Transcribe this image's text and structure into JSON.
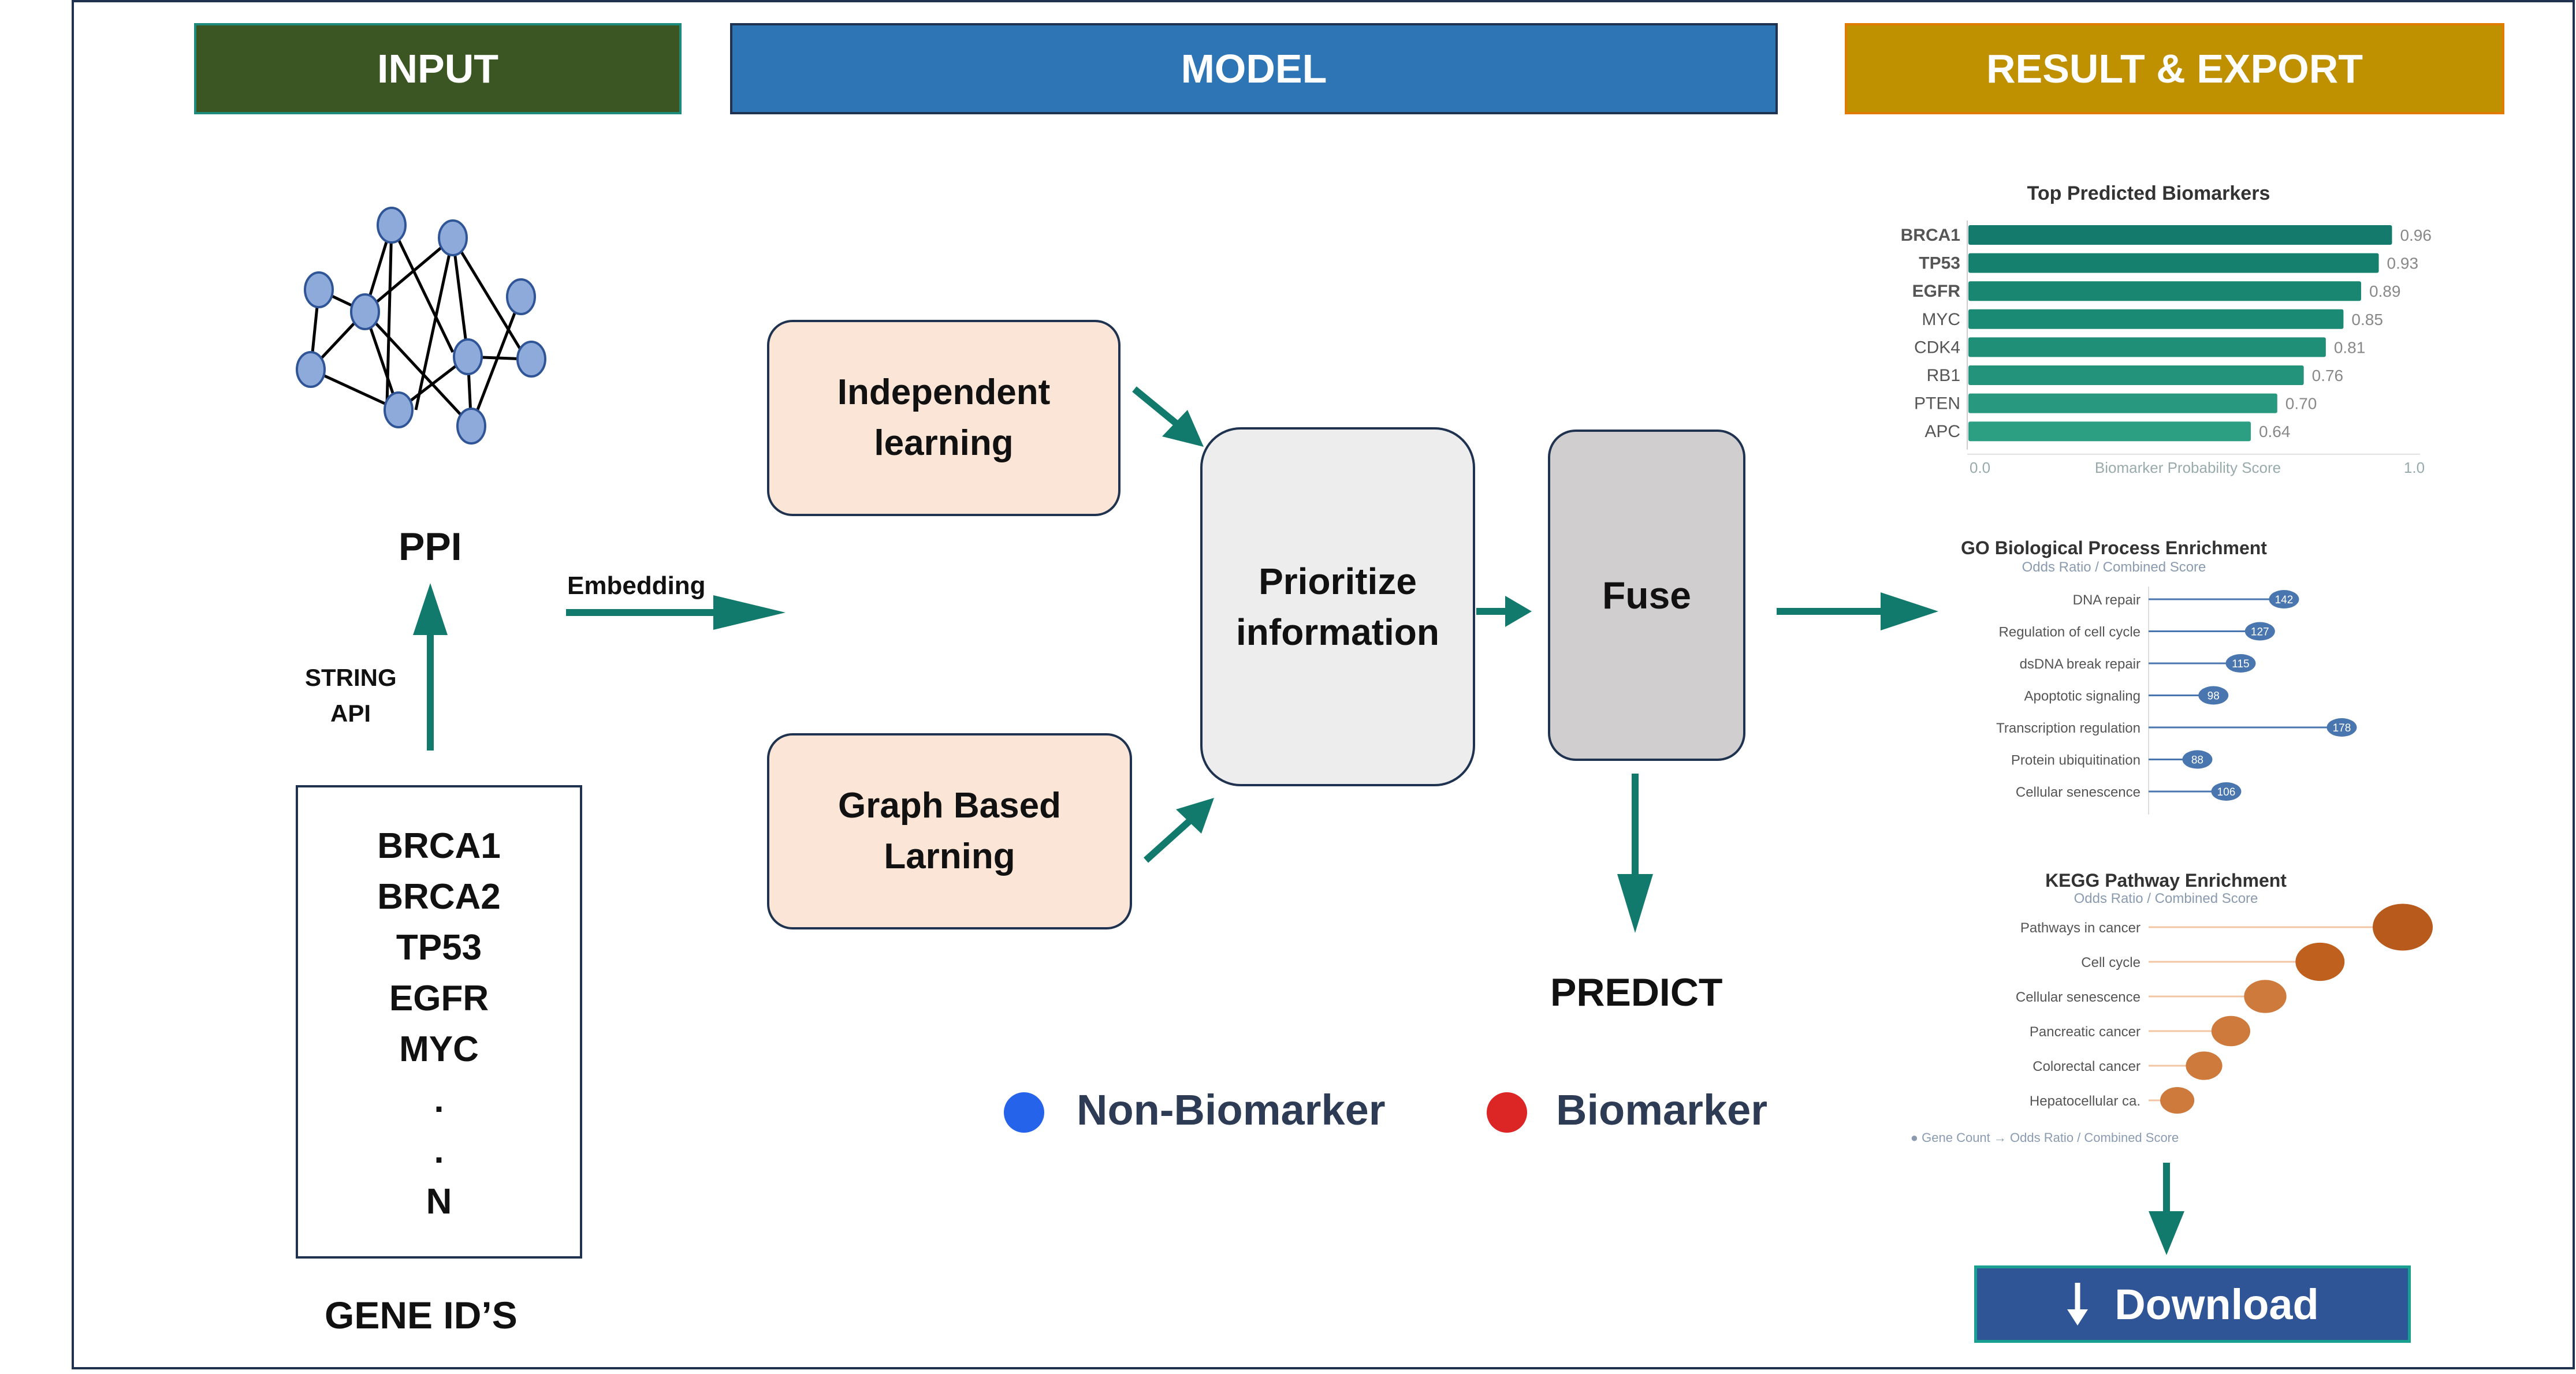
{
  "headers": {
    "input": "INPUT",
    "model": "MODEL",
    "result": "RESULT & EXPORT"
  },
  "colors": {
    "input_header": "#3b5623",
    "model_header": "#2e75b6",
    "result_header": "#bf9000",
    "teal_arrow": "#127a6c",
    "node_fill": "#8eaadb",
    "learning_box": "#fbe5d6",
    "prioritize_box": "#ededed",
    "fuse_box": "#d0cece",
    "download_bg": "#2f5597",
    "non_biomarker": "#2563eb",
    "biomarker": "#dc2626"
  },
  "input": {
    "ppi_label": "PPI",
    "string_api_line1": "STRING",
    "string_api_line2": "API",
    "genes": [
      "BRCA1",
      "BRCA2",
      "TP53",
      "EGFR",
      "MYC",
      ".",
      ".",
      "N"
    ],
    "gene_ids_label": "GENE ID’S"
  },
  "model": {
    "embedding_label": "Embedding",
    "independent_line1": "Independent",
    "independent_line2": "learning",
    "graph_line1": "Graph Based",
    "graph_line2": "Larning",
    "prioritize_line1": "Prioritize",
    "prioritize_line2": "information",
    "fuse_label": "Fuse",
    "predict_label": "PREDICT"
  },
  "legend": {
    "non_biomarker": "Non-Biomarker",
    "biomarker": "Biomarker"
  },
  "download": {
    "icon": "download-arrow-icon",
    "label": "Download"
  },
  "chart_data": [
    {
      "type": "bar",
      "title": "Top Predicted Biomarkers",
      "xlabel": "Biomarker Probability Score",
      "xlim": [
        0.0,
        1.0
      ],
      "xticks": [
        "0.0",
        "1.0"
      ],
      "categories": [
        "BRCA1",
        "TP53",
        "EGFR",
        "MYC",
        "CDK4",
        "RB1",
        "PTEN",
        "APC"
      ],
      "values": [
        0.96,
        0.93,
        0.89,
        0.85,
        0.81,
        0.76,
        0.7,
        0.64
      ],
      "labels": [
        "0.96",
        "0.93",
        "0.89",
        "0.85",
        "0.81",
        "0.76",
        "0.70",
        "0.64"
      ],
      "bold_categories": [
        "BRCA1",
        "TP53",
        "EGFR"
      ],
      "color": "#1a8a7a"
    },
    {
      "type": "scatter",
      "title": "GO Biological Process Enrichment",
      "subtitle": "Odds Ratio / Combined Score",
      "categories": [
        "DNA repair",
        "Regulation of cell cycle",
        "dsDNA break repair",
        "Apoptotic signaling",
        "Transcription regulation",
        "Protein ubiquitination",
        "Cellular senescence"
      ],
      "values": [
        142,
        127,
        115,
        98,
        178,
        88,
        106
      ],
      "color": "#4a76b0"
    },
    {
      "type": "scatter",
      "title": "KEGG Pathway Enrichment",
      "subtitle": "Odds Ratio / Combined Score",
      "categories": [
        "Pathways in cancer",
        "Cell cycle",
        "Cellular senescence",
        "Pancreatic cancer",
        "Colorectal cancer",
        "Hepatocellular ca."
      ],
      "values": [
        1.0,
        0.72,
        0.55,
        0.46,
        0.4,
        0.34
      ],
      "footer": "● Gene Count  →  Odds Ratio / Combined Score",
      "color": "#c0601e"
    }
  ]
}
